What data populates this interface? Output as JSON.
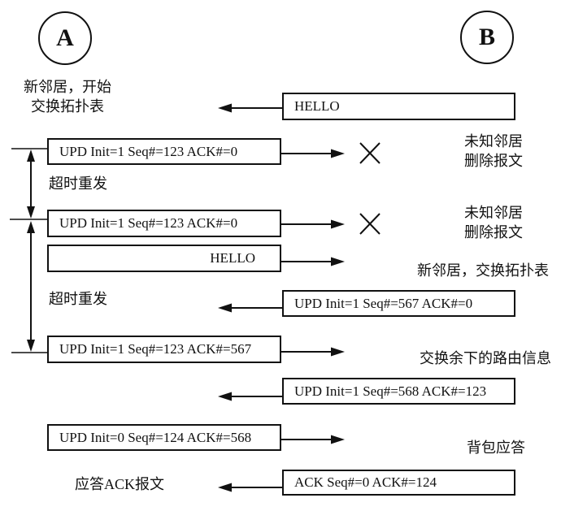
{
  "nodes": {
    "a": {
      "label": "A"
    },
    "b": {
      "label": "B"
    }
  },
  "node_a_caption": {
    "line1": "新邻居，开始",
    "line2": "交换拓扑表"
  },
  "messages": [
    {
      "text": "HELLO",
      "from": "B",
      "to": "A",
      "dropped": false
    },
    {
      "text": "UPD Init=1 Seq#=123 ACK#=0",
      "from": "A",
      "to": "B",
      "dropped": true
    },
    {
      "text": "UPD Init=1 Seq#=123 ACK#=0",
      "from": "A",
      "to": "B",
      "dropped": true
    },
    {
      "text": "HELLO",
      "from": "A",
      "to": "B",
      "dropped": false
    },
    {
      "text": "UPD Init=1 Seq#=567 ACK#=0",
      "from": "B",
      "to": "A",
      "dropped": false
    },
    {
      "text": "UPD Init=1 Seq#=123 ACK#=567",
      "from": "A",
      "to": "B",
      "dropped": false
    },
    {
      "text": "UPD Init=1 Seq#=568 ACK#=123",
      "from": "B",
      "to": "A",
      "dropped": false
    },
    {
      "text": "UPD Init=0 Seq#=124 ACK#=568",
      "from": "A",
      "to": "B",
      "dropped": false
    },
    {
      "text": "ACK Seq#=0 ACK#=124",
      "from": "B",
      "to": "A",
      "dropped": false
    }
  ],
  "annotations": {
    "timeout_1": "超时重发",
    "timeout_2": "超时重发",
    "ack_reply": "应答ACK报文",
    "unknown_neighbor_1": {
      "line1": "未知邻居",
      "line2": "删除报文"
    },
    "unknown_neighbor_2": {
      "line1": "未知邻居",
      "line2": "删除报文"
    },
    "new_neighbor_exchange": "新邻居，交换拓扑表",
    "exchange_remaining": "交换余下的路由信息",
    "piggyback_ack": "背包应答"
  },
  "colors": {
    "line": "#111111",
    "background": "#ffffff"
  }
}
